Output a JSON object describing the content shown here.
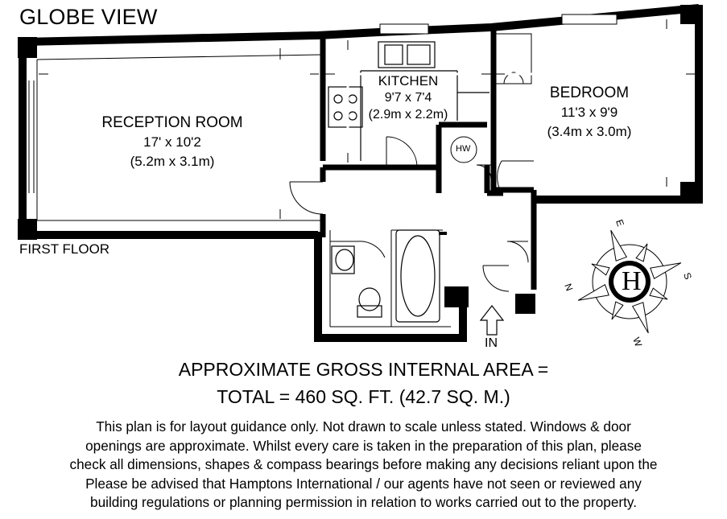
{
  "plan": {
    "title": "GLOBE VIEW",
    "floor_label": "FIRST FLOOR",
    "entrance_label": "IN"
  },
  "rooms": {
    "reception": {
      "name": "RECEPTION ROOM",
      "imperial": "17' x 10'2",
      "metric": "(5.2m x 3.1m)"
    },
    "kitchen": {
      "name": "KITCHEN",
      "imperial": "9'7 x 7'4",
      "metric": "(2.9m x 2.2m)"
    },
    "bedroom": {
      "name": "BEDROOM",
      "imperial": "11'3 x 9'9",
      "metric": "(3.4m x 3.0m)"
    },
    "cupboard": {
      "name": "HW"
    }
  },
  "compass": {
    "center": "H",
    "n": "N",
    "e": "E",
    "s": "S",
    "w": "W"
  },
  "area": {
    "line1": "APPROXIMATE GROSS INTERNAL AREA =",
    "line2": "TOTAL = 460 SQ. FT. (42.7 SQ. M.)"
  },
  "disclaimer": [
    "This plan is for layout guidance only. Not drawn to scale unless stated. Windows & door",
    "openings are approximate. Whilst every care is taken in the preparation of this plan, please",
    "check all dimensions, shapes & compass bearings before making any decisions reliant upon the",
    "Please be advised that Hamptons International / our agents have not seen or reviewed any",
    "building regulations or planning permission in relation to works carried out to the property."
  ]
}
